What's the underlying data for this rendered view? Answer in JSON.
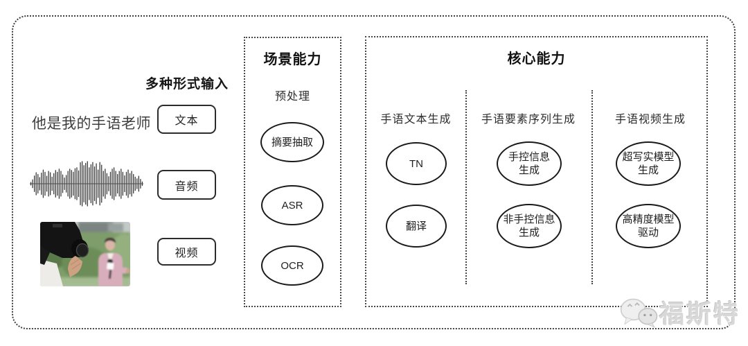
{
  "diagram": {
    "input": {
      "heading": "多种形式输入",
      "sample_text": "他是我的手语老师",
      "buttons": [
        "文本",
        "音频",
        "视频"
      ]
    },
    "scene": {
      "title": "场景能力",
      "subtitle": "预处理",
      "nodes": [
        "摘要抽取",
        "ASR",
        "OCR"
      ]
    },
    "core": {
      "title": "核心能力",
      "columns": [
        {
          "header": "手语文本生成",
          "nodes": [
            {
              "lines": [
                "TN"
              ]
            },
            {
              "lines": [
                "翻译"
              ]
            }
          ]
        },
        {
          "header": "手语要素序列生成",
          "nodes": [
            {
              "lines": [
                "手控信息",
                "生成"
              ]
            },
            {
              "lines": [
                "非手控信息",
                "生成"
              ]
            }
          ]
        },
        {
          "header": "手语视频生成",
          "nodes": [
            {
              "lines": [
                "超写实模型",
                "生成"
              ]
            },
            {
              "lines": [
                "高精度模型",
                "驱动"
              ]
            }
          ]
        }
      ]
    },
    "watermark": {
      "brand": "福斯特",
      "icon": "chat-bubbles-logo-icon"
    },
    "icons": {
      "waveform": "audio-waveform-icon",
      "photo": "news-interview-photo"
    },
    "colors": {
      "stroke": "#1a1a1a",
      "dotted_border": "#3e3e3e",
      "text": "#333333",
      "watermark": "#d8d8d8"
    }
  }
}
